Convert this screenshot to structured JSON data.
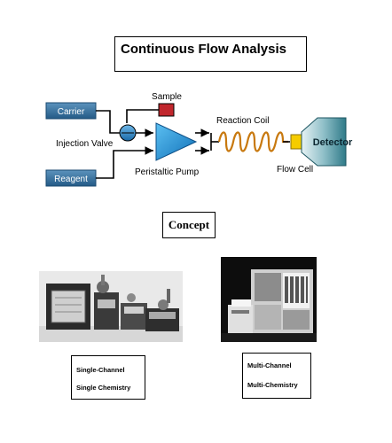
{
  "title": "Continuous Flow Analysis",
  "diagram": {
    "carrier": "Carrier",
    "sample": "Sample",
    "reaction_coil": "Reaction Coil",
    "injection_valve": "Injection Valve",
    "detector": "Detector",
    "peristaltic_pump": "Peristaltic Pump",
    "flow_cell": "Flow Cell",
    "reagent": "Reagent"
  },
  "concept": "Concept",
  "left_caption": {
    "line1": "Single-Channel",
    "line2": "Single Chemistry"
  },
  "right_caption": {
    "line1": "Multi-Channel",
    "line2": "Multi-Chemistry"
  },
  "colors": {
    "blue_box": "#2f6f9e",
    "sample_red": "#c1272d",
    "pump_blue": "#1e8fd6",
    "coil_orange": "#c8790f",
    "flow_cell_yellow": "#f5cc00",
    "detector_teal": "#2f7a88"
  }
}
